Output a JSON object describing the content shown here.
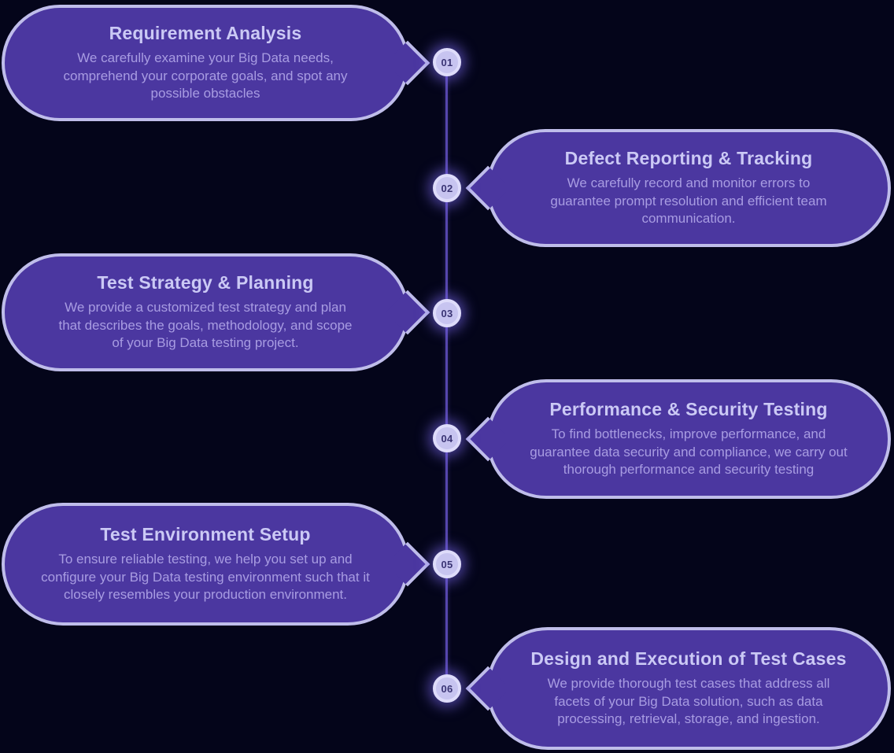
{
  "colors": {
    "background": "#04051A",
    "card_fill": "#4B37A0",
    "card_border": "#BFBDEA",
    "title_text": "#CBC9F5",
    "body_text": "#A89CE2",
    "line": "#5646AD",
    "badge_fill": "#C7C4F0",
    "badge_ring": "#DEDCFA",
    "badge_text": "#3B3575"
  },
  "steps": [
    {
      "number": "01",
      "side": "left",
      "title": "Requirement Analysis",
      "description": "We carefully examine your Big Data needs, comprehend your corporate goals, and spot any possible obstacles"
    },
    {
      "number": "02",
      "side": "right",
      "title": "Defect Reporting & Tracking",
      "description": "We carefully record and monitor errors to guarantee prompt resolution and efficient team communication."
    },
    {
      "number": "03",
      "side": "left",
      "title": "Test Strategy & Planning",
      "description": "We provide a customized test strategy and plan that describes the goals, methodology, and scope of your Big Data testing project."
    },
    {
      "number": "04",
      "side": "right",
      "title": "Performance & Security Testing",
      "description": "To find bottlenecks, improve performance, and guarantee data security and compliance, we carry out thorough performance and security testing"
    },
    {
      "number": "05",
      "side": "left",
      "title": "Test Environment Setup",
      "description": "To ensure reliable testing, we help you set up and configure your Big Data testing environment such that it closely resembles your production environment."
    },
    {
      "number": "06",
      "side": "right",
      "title": "Design and Execution of Test Cases",
      "description": "We provide thorough test cases that address all facets of your Big Data solution, such as data processing, retrieval, storage, and ingestion."
    }
  ]
}
